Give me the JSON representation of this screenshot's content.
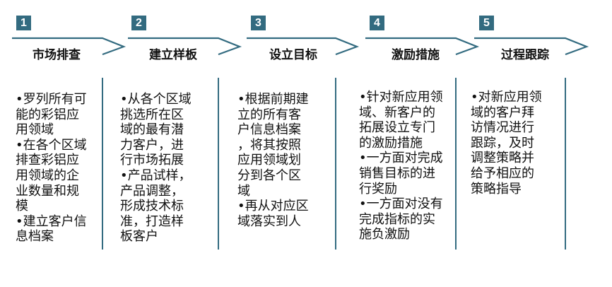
{
  "accent_color": "#336b80",
  "steps": [
    {
      "number": "1",
      "title": "市场排查",
      "items": [
        [
          "•罗列所有可",
          "能的彩铝应",
          "用领域"
        ],
        [
          "•在各个区域",
          "排查彩铝应",
          "用领域的企",
          "业数量和规",
          "模"
        ],
        [
          "•建立客户信",
          "息档案"
        ]
      ]
    },
    {
      "number": "2",
      "title": "建立样板",
      "items": [
        [
          "•从各个区域",
          "挑选所在区",
          "域的最有潜",
          "力客户，进",
          "行市场拓展"
        ],
        [
          "•产品试样，",
          "产品调整，",
          "形成技术标",
          "准，打造样",
          "板客户"
        ]
      ]
    },
    {
      "number": "3",
      "title": "设立目标",
      "items": [
        [
          "•根据前期建",
          "立的所有客",
          "户信息档案",
          "，将其按照",
          "应用领域划",
          "分到各个区",
          "域"
        ],
        [
          "•再从对应区",
          "域落实到人"
        ]
      ]
    },
    {
      "number": "4",
      "title": "激励措施",
      "items": [
        [
          "•针对新应用领",
          "域、新客户的",
          "拓展设立专门",
          "的激励措施"
        ],
        [
          "•一方面对完成",
          "销售目标的进",
          "行奖励"
        ],
        [
          "•一方面对没有",
          "完成指标的实",
          "施负激励"
        ]
      ]
    },
    {
      "number": "5",
      "title": "过程跟踪",
      "items": [
        [
          "•对新应用领",
          "域的客户拜",
          "访情况进行",
          "跟踪，及时",
          "调整策略并",
          "给予相应的",
          "策略指导"
        ]
      ]
    }
  ]
}
